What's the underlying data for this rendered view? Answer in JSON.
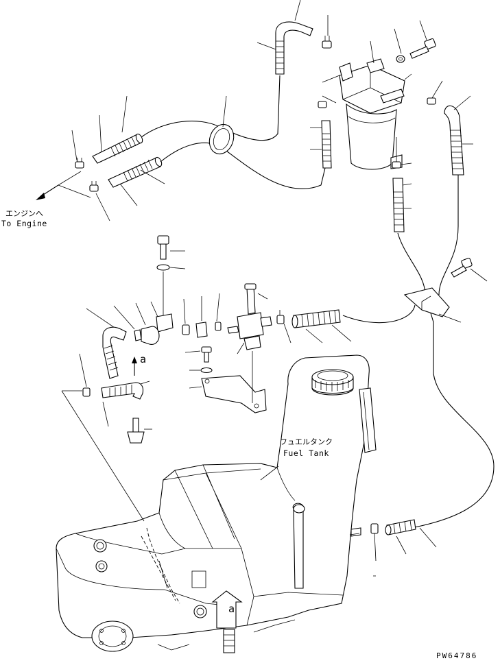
{
  "labels": {
    "to_engine_jp": "エンジンへ",
    "to_engine_en": "To Engine",
    "fuel_tank_jp": "フュエルタンク",
    "fuel_tank_en": "Fuel Tank",
    "view_a_upper": "a",
    "view_a_tank": "a",
    "drawing_number": "PW64786"
  },
  "colors": {
    "line": "#000000",
    "background": "#ffffff"
  }
}
